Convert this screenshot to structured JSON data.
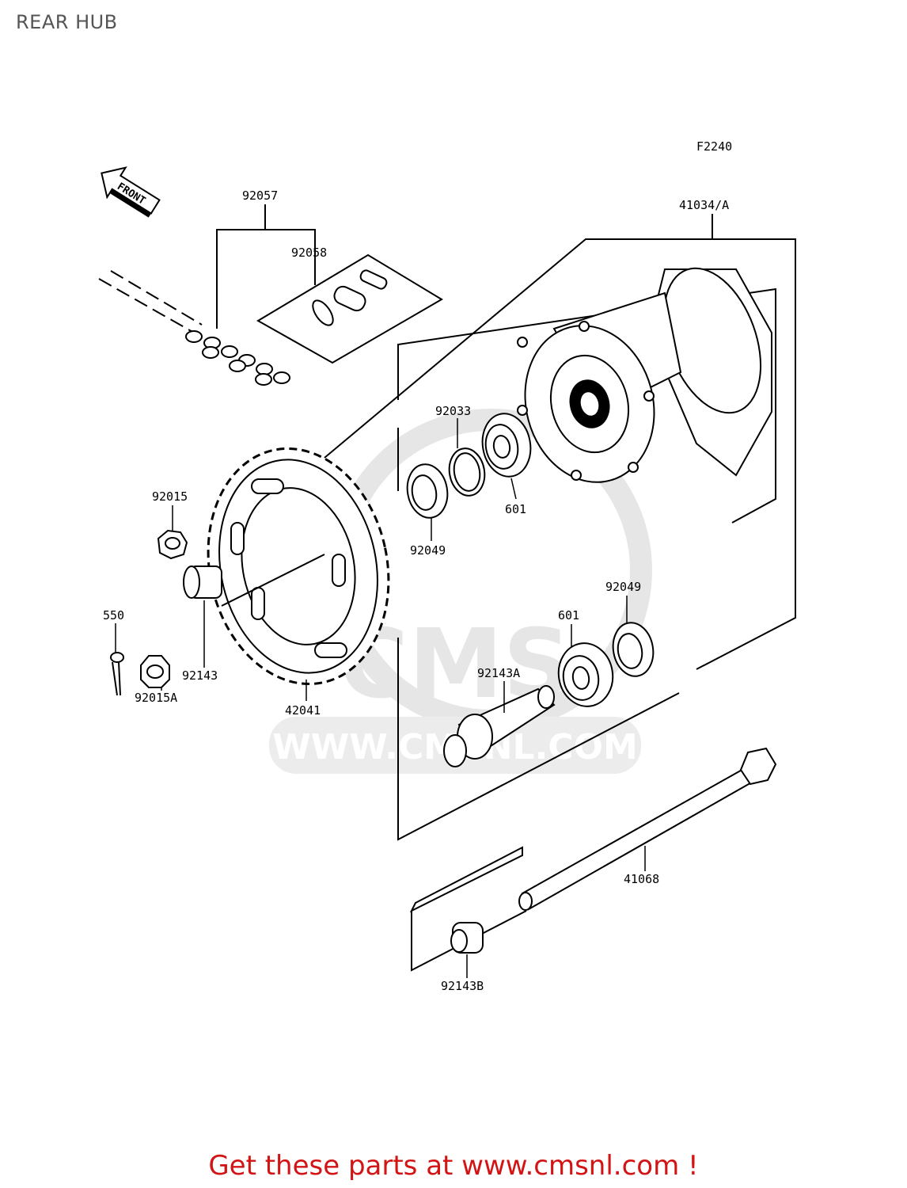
{
  "page": {
    "title": "REAR HUB"
  },
  "diagram": {
    "figure_code": "F2240",
    "front_label": "FRONT",
    "watermark": {
      "brand": "CMS",
      "url": "WWW.CMSNL.COM"
    },
    "callouts": [
      {
        "id": "c-92057",
        "text": "92057"
      },
      {
        "id": "c-92058",
        "text": "92058"
      },
      {
        "id": "c-41034A",
        "text": "41034/A"
      },
      {
        "id": "c-92033",
        "text": "92033"
      },
      {
        "id": "c-601a",
        "text": "601"
      },
      {
        "id": "c-92015",
        "text": "92015"
      },
      {
        "id": "c-92049a",
        "text": "92049"
      },
      {
        "id": "c-92049b",
        "text": "92049"
      },
      {
        "id": "c-601b",
        "text": "601"
      },
      {
        "id": "c-550",
        "text": "550"
      },
      {
        "id": "c-92143",
        "text": "92143"
      },
      {
        "id": "c-92143A",
        "text": "92143A"
      },
      {
        "id": "c-92015A",
        "text": "92015A"
      },
      {
        "id": "c-42041",
        "text": "42041"
      },
      {
        "id": "c-41068",
        "text": "41068"
      },
      {
        "id": "c-92143B",
        "text": "92143B"
      }
    ]
  },
  "footer": {
    "cta": "Get these parts at www.cmsnl.com !"
  }
}
